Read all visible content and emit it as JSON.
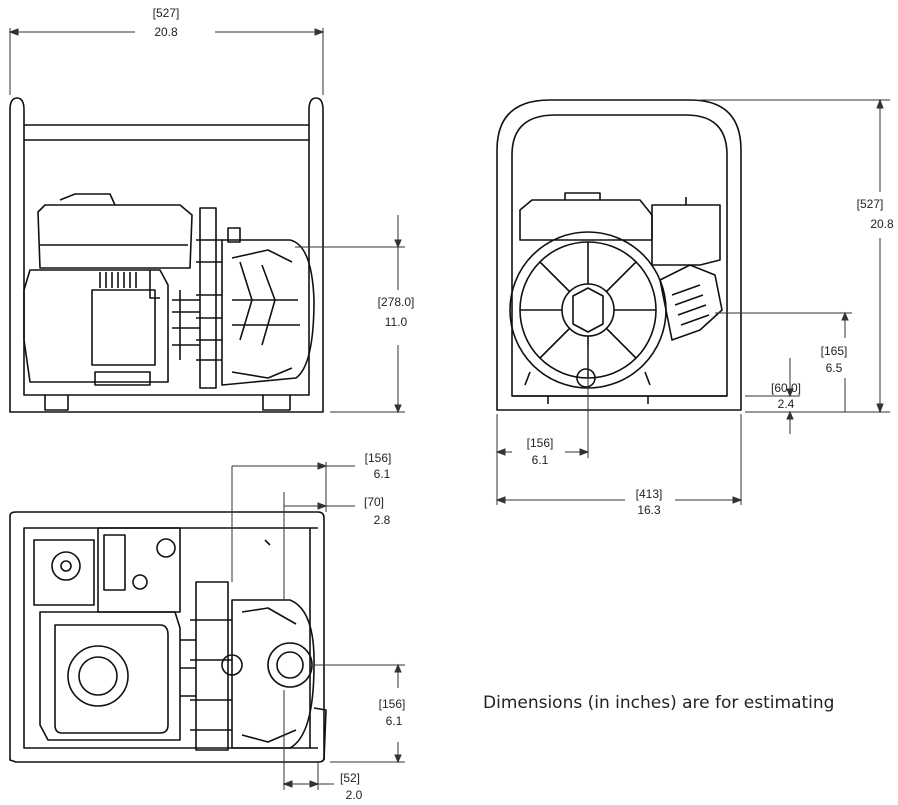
{
  "note": "Dimensions (in inches) are for estimating",
  "views": {
    "side": {
      "width": {
        "mm": "[527]",
        "in": "20.8"
      },
      "outlet_height": {
        "mm": "[278.0]",
        "in": "11.0"
      }
    },
    "front": {
      "height": {
        "mm": "[527]",
        "in": "20.8"
      },
      "outlet_height": {
        "mm": "[165]",
        "in": "6.5"
      },
      "base": {
        "mm": "[60.0]",
        "in": "2.4"
      },
      "outlet_offset": {
        "mm": "[156]",
        "in": "6.1"
      },
      "width": {
        "mm": "[413]",
        "in": "16.3"
      }
    },
    "top": {
      "outlet_offset_a": {
        "mm": "[156]",
        "in": "6.1"
      },
      "outlet_offset_b": {
        "mm": "[70]",
        "in": "2.8"
      },
      "inlet_depth": {
        "mm": "[156]",
        "in": "6.1"
      },
      "inlet_offset": {
        "mm": "[52]",
        "in": "2.0"
      }
    }
  },
  "colors": {
    "line": "#111111",
    "dim": "#333333"
  }
}
